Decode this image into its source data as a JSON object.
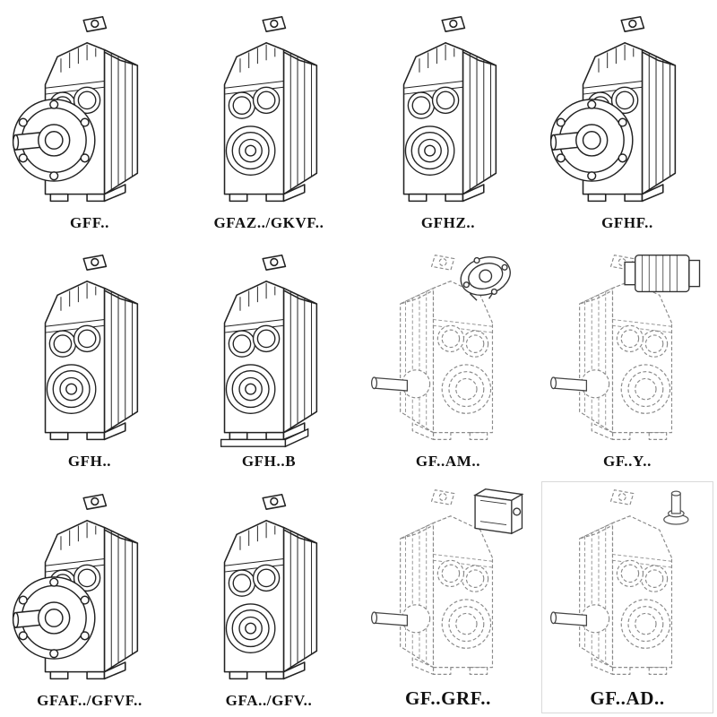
{
  "page": {
    "title": "Gear unit model overview catalog",
    "background": "#ffffff",
    "line_color": "#222222",
    "dashed_line_color": "#8a8a8a",
    "label_color": "#111111"
  },
  "grid": {
    "rows": 3,
    "cols": 4
  },
  "items": [
    {
      "label": "GFF..",
      "icon": "flange-output-gearbox-icon",
      "style": "solid"
    },
    {
      "label": "GFAZ../GKVF..",
      "icon": "hollow-shaft-gearbox-icon",
      "style": "solid"
    },
    {
      "label": "GFHZ..",
      "icon": "hollow-shaft-gearbox-icon",
      "style": "solid"
    },
    {
      "label": "GFHF..",
      "icon": "flange-output-gearbox-icon",
      "style": "solid"
    },
    {
      "label": "GFH..",
      "icon": "hollow-shaft-gearbox-icon",
      "style": "solid"
    },
    {
      "label": "GFH..B",
      "icon": "hollow-shaft-foot-gearbox-icon",
      "style": "solid"
    },
    {
      "label": "GF..AM..",
      "icon": "gearbox-with-input-flange-icon",
      "style": "dashed"
    },
    {
      "label": "GF..Y..",
      "icon": "gearbox-with-motor-icon",
      "style": "dashed"
    },
    {
      "label": "GFAF../GFVF..",
      "icon": "flange-output-gearbox-icon",
      "style": "solid"
    },
    {
      "label": "GFA../GFV..",
      "icon": "hollow-shaft-gearbox-icon",
      "style": "solid"
    },
    {
      "label": "GF..GRF..",
      "icon": "gearbox-with-input-adapter-icon",
      "style": "dashed"
    },
    {
      "label": "GF..AD..",
      "icon": "gearbox-with-input-shaft-icon",
      "style": "dashed"
    }
  ]
}
